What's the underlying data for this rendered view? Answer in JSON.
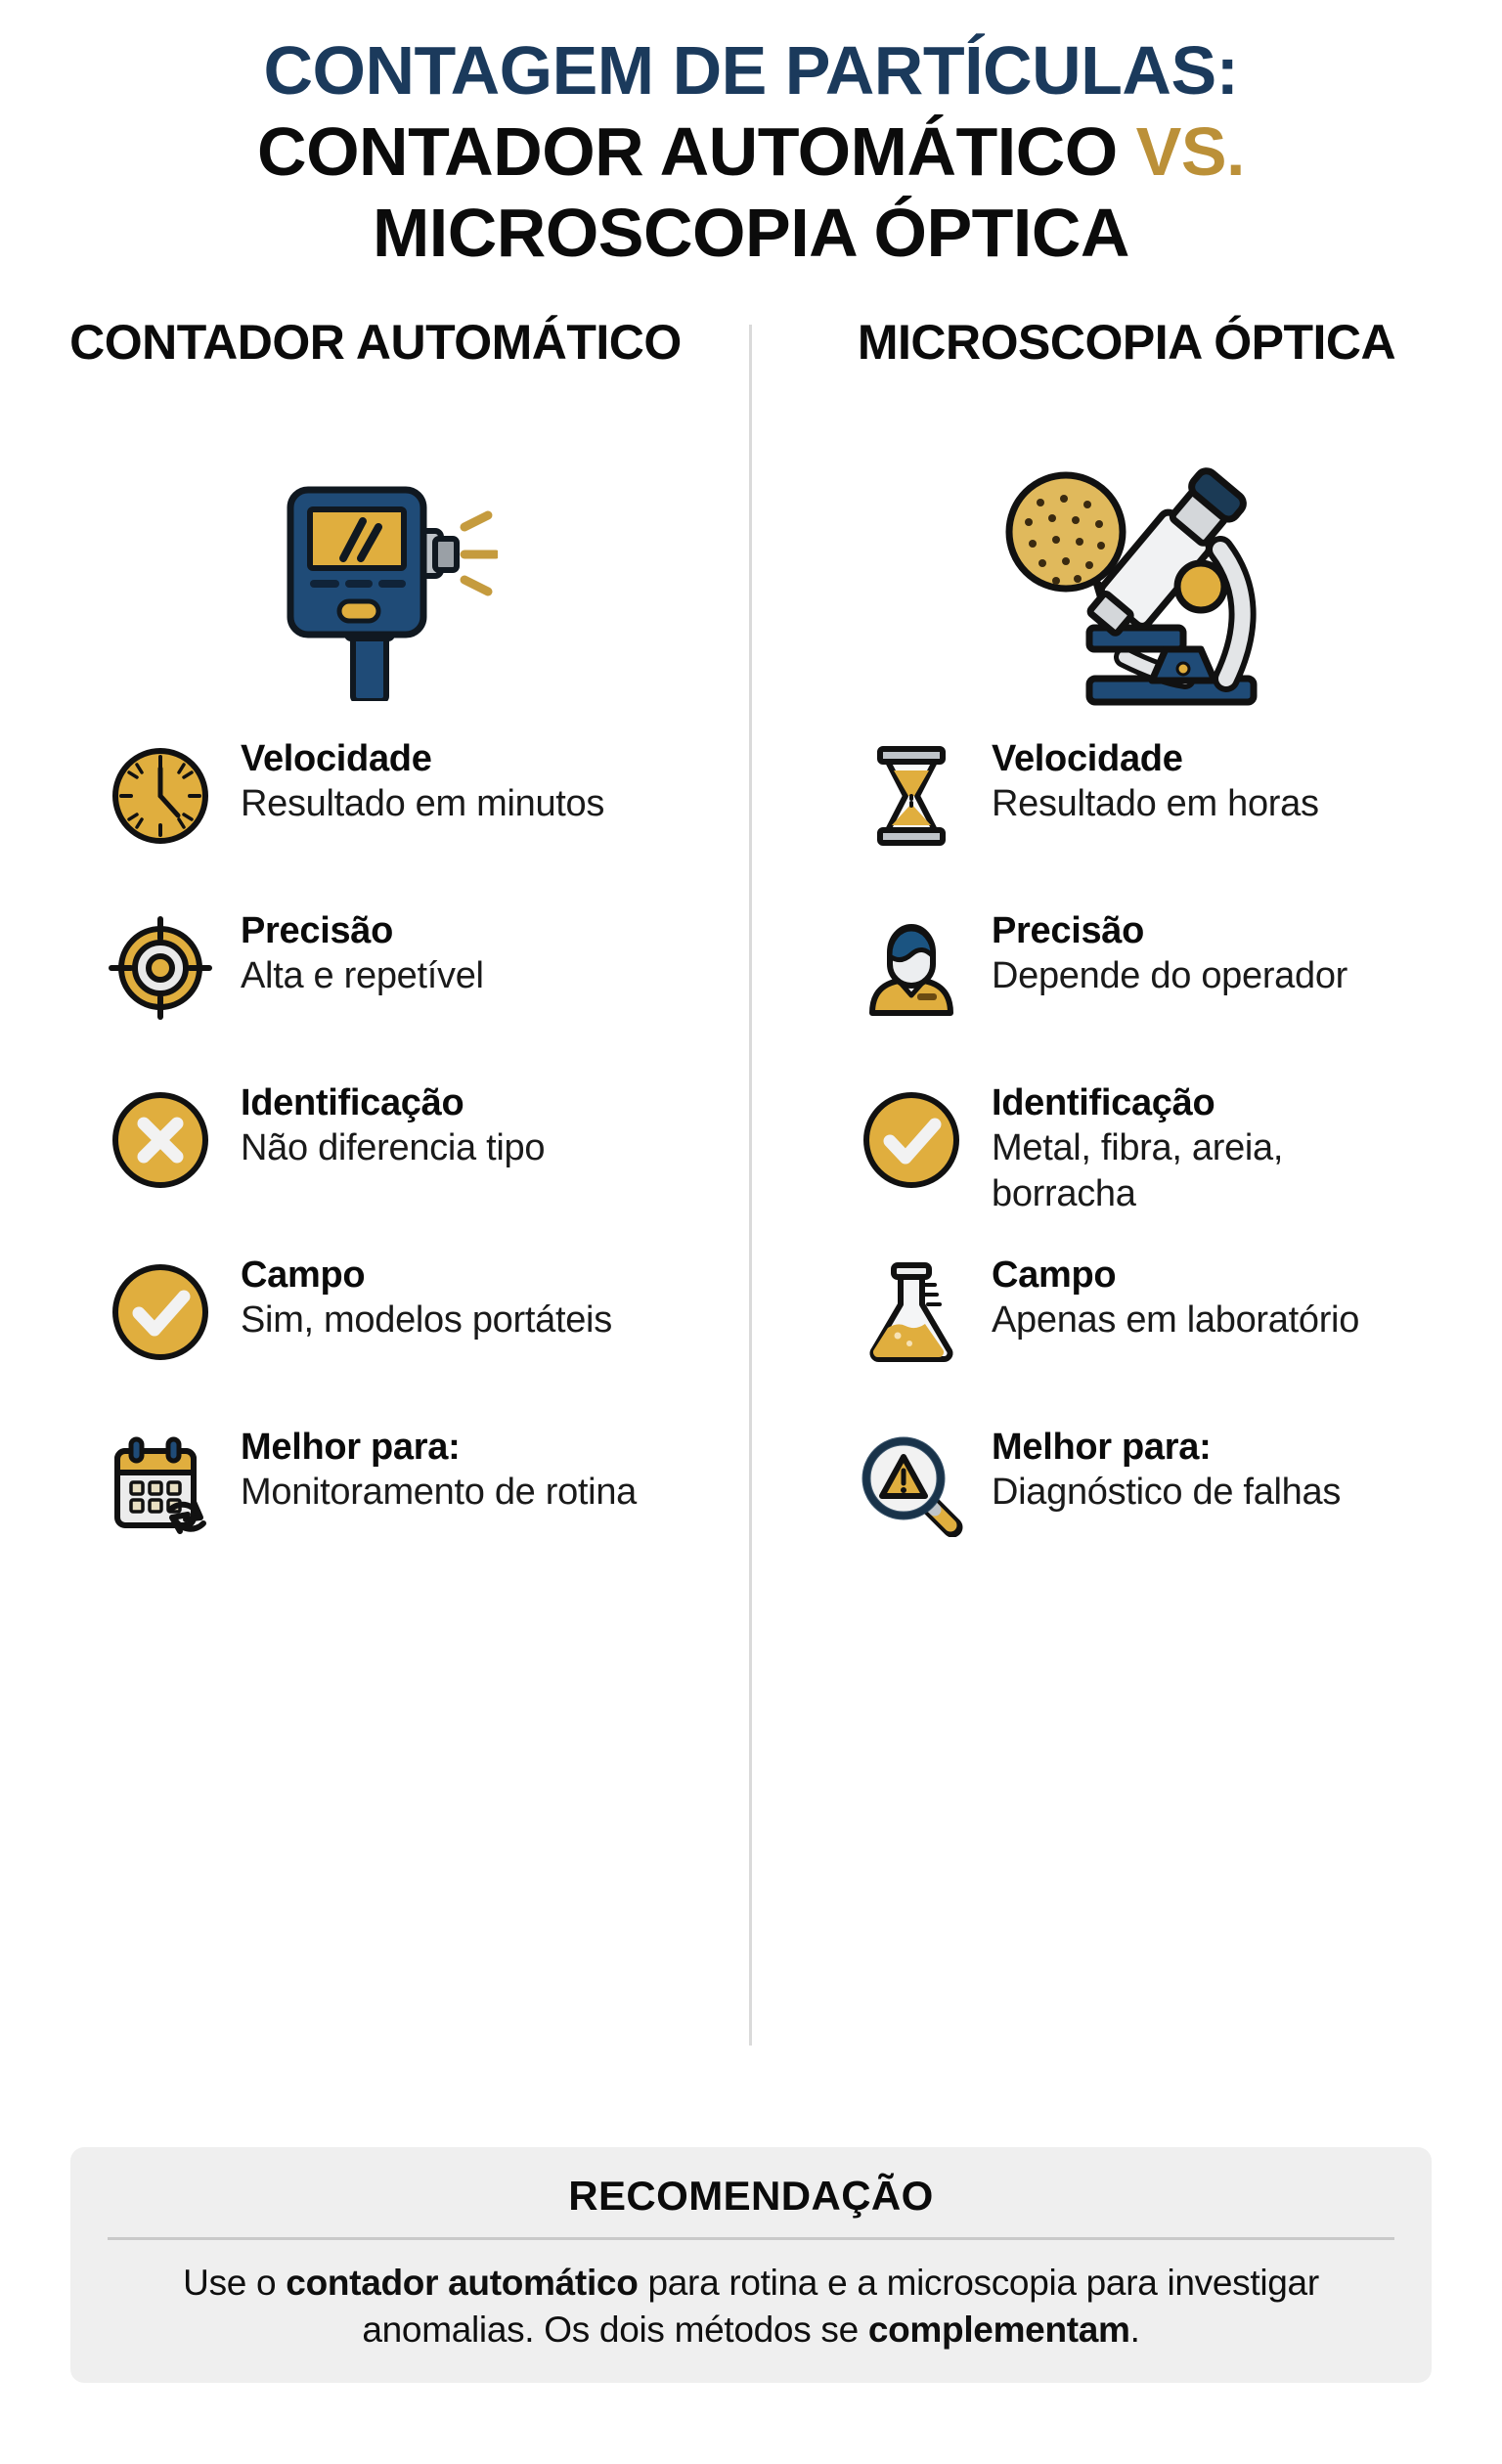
{
  "title": {
    "line1": "CONTAGEM DE PARTÍCULAS:",
    "line2_main": "CONTADOR AUTOMÁTICO",
    "line2_vs": "VS.",
    "line3": "MICROSCOPIA ÓPTICA"
  },
  "colors": {
    "navy": "#1B3A5C",
    "gold": "#BB9038",
    "icon_gold": "#E0AE3E",
    "icon_navy": "#1F4B77",
    "black": "#0B0B0B",
    "panel_bg": "#EFEFEF",
    "divider": "#DADADA"
  },
  "columns": [
    {
      "header": "CONTADOR AUTOMÁTICO",
      "hero_icon": "particle-counter-device-icon",
      "features": [
        {
          "icon": "clock-icon",
          "label": "Velocidade",
          "value": "Resultado em minutos"
        },
        {
          "icon": "target-crosshair-icon",
          "label": "Precisão",
          "value": "Alta e repetível"
        },
        {
          "icon": "x-circle-icon",
          "label": "Identificação",
          "value": "Não diferencia tipo"
        },
        {
          "icon": "check-circle-icon",
          "label": "Campo",
          "value": "Sim, modelos portáteis"
        },
        {
          "icon": "calendar-refresh-icon",
          "label": "Melhor para:",
          "value": "Monitoramento de rotina"
        }
      ]
    },
    {
      "header": "MICROSCOPIA ÓPTICA",
      "hero_icon": "microscope-icon",
      "features": [
        {
          "icon": "hourglass-icon",
          "label": "Velocidade",
          "value": "Resultado em horas"
        },
        {
          "icon": "operator-person-icon",
          "label": "Precisão",
          "value": "Depende do operador"
        },
        {
          "icon": "check-circle-icon",
          "label": "Identificação",
          "value": "Metal, fibra, areia, borracha"
        },
        {
          "icon": "erlenmeyer-flask-icon",
          "label": "Campo",
          "value": "Apenas em laboratório"
        },
        {
          "icon": "magnifier-warning-icon",
          "label": "Melhor para:",
          "value": "Diagnóstico de falhas"
        }
      ]
    }
  ],
  "recommendation": {
    "title": "RECOMENDAÇÃO",
    "text_part1": "Use o ",
    "text_bold1": "contador automático",
    "text_part2": " para rotina e a microscopia para investigar anomalias. Os dois métodos se ",
    "text_bold2": "complementam",
    "text_part3": "."
  }
}
